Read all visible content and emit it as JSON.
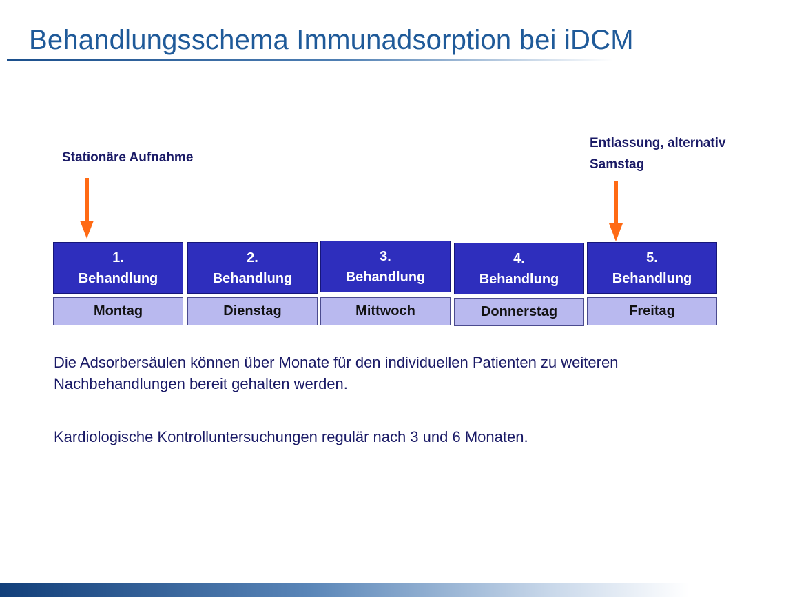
{
  "title": "Behandlungsschema Immunadsorption bei iDCM",
  "callouts": {
    "left": "Stationäre Aufnahme",
    "right_line1": "Entlassung, alternativ",
    "right_line2": "Samstag"
  },
  "colors": {
    "title": "#1f5a99",
    "treatment_box": "#2e2ebd",
    "day_box": "#b9b9ef",
    "arrow": "#ff6a14",
    "text": "#1a1a66"
  },
  "schedule": [
    {
      "number": "1.",
      "label": "Behandlung",
      "day": "Montag"
    },
    {
      "number": "2.",
      "label": "Behandlung",
      "day": "Dienstag"
    },
    {
      "number": "3.",
      "label": "Behandlung",
      "day": "Mittwoch"
    },
    {
      "number": "4.",
      "label": "Behandlung",
      "day": "Donnerstag"
    },
    {
      "number": "5.",
      "label": "Behandlung",
      "day": "Freitag"
    }
  ],
  "paragraphs": {
    "p1_line1": "Die Adsorbersäulen können über Monate für den individuellen Patienten zu weiteren",
    "p1_line2": "Nachbehandlungen bereit gehalten werden.",
    "p2": "Kardiologische Kontrolluntersuchungen regulär nach 3 und 6 Monaten."
  }
}
